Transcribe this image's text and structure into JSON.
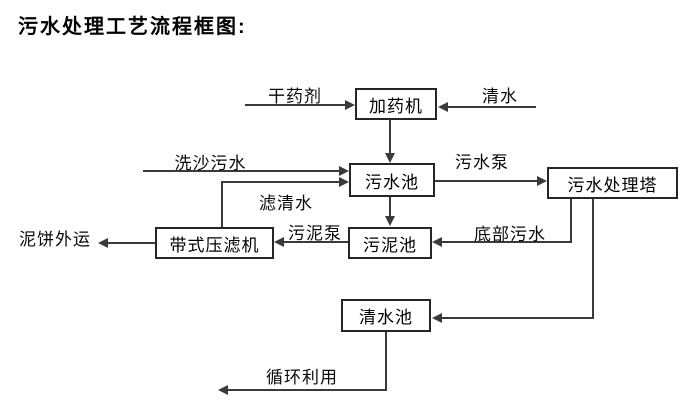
{
  "title": "污水处理工艺流程框图:",
  "diagram": {
    "nodes": {
      "dosing_machine": "加药机",
      "sewage_pool": "污水池",
      "treatment_tower": "污水处理塔",
      "belt_filter_press": "带式压滤机",
      "sludge_pool": "污泥池",
      "clear_water_pool": "清水池"
    },
    "flow_labels": {
      "dry_chemical": "干药剂",
      "clear_water": "清水",
      "sand_washing_sewage": "洗沙污水",
      "sewage_pump": "污水泵",
      "filtered_water": "滤清水",
      "sludge_pump": "污泥泵",
      "bottom_sewage": "底部污水",
      "mud_cake_out": "泥饼外运",
      "recycle": "循环利用"
    },
    "colors": {
      "line": "#3a3a3a",
      "border": "#262626",
      "text": "#000000",
      "background": "#ffffff"
    }
  }
}
